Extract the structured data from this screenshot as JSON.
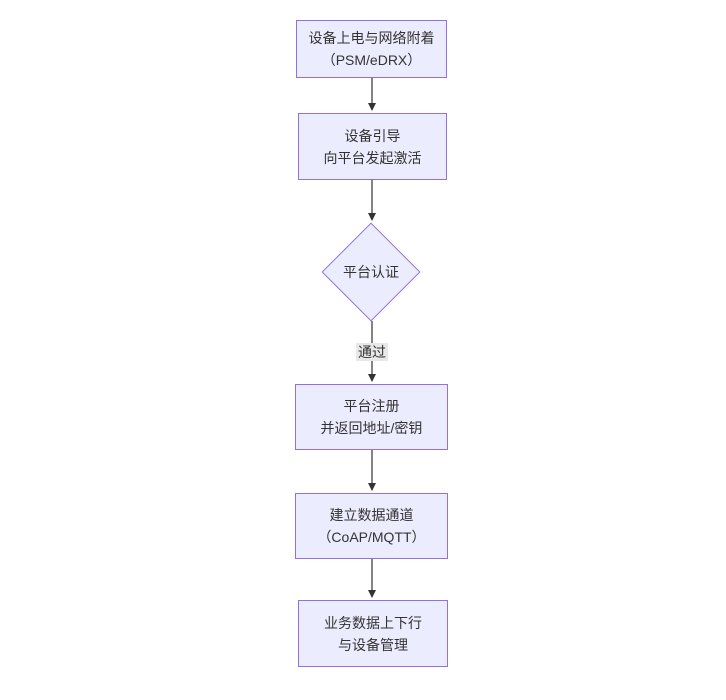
{
  "flowchart": {
    "steps": [
      {
        "lines": [
          "设备上电与网络附着",
          "（PSM/eDRX）"
        ]
      },
      {
        "lines": [
          "设备引导",
          "向平台发起激活"
        ]
      },
      {
        "lines": [
          "平台注册",
          "并返回地址/密钥"
        ]
      },
      {
        "lines": [
          "建立数据通道",
          "（CoAP/MQTT）"
        ]
      },
      {
        "lines": [
          "业务数据上下行",
          "与设备管理"
        ]
      }
    ],
    "decision": {
      "label": "平台认证"
    },
    "edge_labels": [
      {
        "text": "通过"
      }
    ],
    "colors": {
      "node_fill": "#ECECFF",
      "node_border": "#9370DB",
      "edge": "#333333",
      "edge_label_bg": "#e8e8e8",
      "text": "#333333",
      "background": "#ffffff"
    }
  }
}
